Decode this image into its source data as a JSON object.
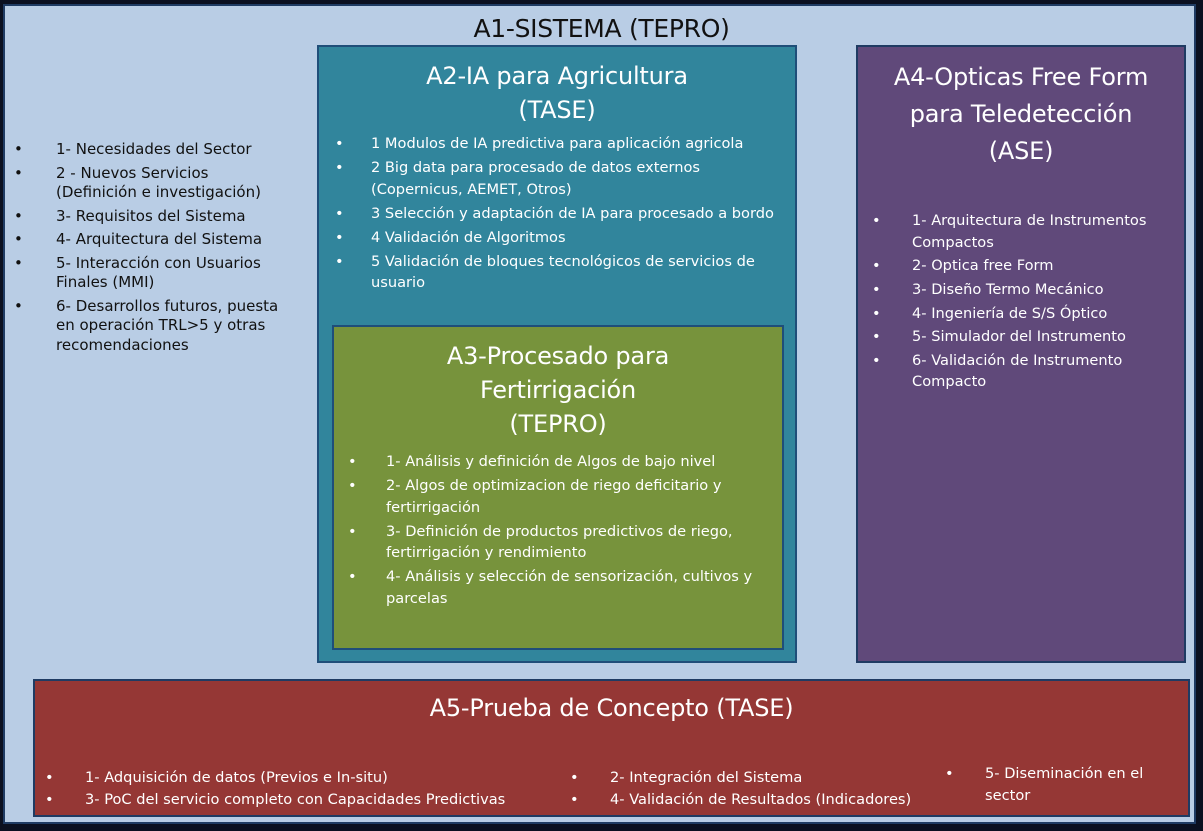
{
  "a1": {
    "title": "A1-SISTEMA (TEPRO)",
    "items": [
      "1- Necesidades del Sector",
      "2 - Nuevos Servicios (Definición e investigación)",
      "3- Requisitos del Sistema",
      "4- Arquitectura del Sistema",
      "5- Interacción con Usuarios Finales (MMI)",
      "6- Desarrollos futuros, puesta en operación TRL>5 y otras recomendaciones"
    ]
  },
  "a2": {
    "title_line1": "A2-IA para Agricultura",
    "title_line2": "(TASE)",
    "items": [
      "1 Modulos de IA predictiva para aplicación agricola",
      "2 Big data para procesado de datos externos (Copernicus, AEMET, Otros)",
      "3 Selección y adaptación de IA para  procesado a bordo",
      "4 Validación de Algoritmos",
      "5 Validación de bloques  tecnológicos de servicios de usuario"
    ]
  },
  "a3": {
    "title_line1": "A3-Procesado para",
    "title_line2": "Fertirrigación",
    "title_line3": "(TEPRO)",
    "items": [
      "1- Análisis y definición de Algos de bajo nivel",
      "2- Algos de optimizacion de riego deficitario y fertirrigación",
      "3- Definición de productos predictivos de riego, fertirrigación y rendimiento",
      "4- Análisis y selección de sensorización, cultivos y parcelas"
    ]
  },
  "a4": {
    "title_line1": "A4-Opticas Free Form",
    "title_line2": "para Teledetección",
    "title_line3": "(ASE)",
    "items": [
      "1- Arquitectura de Instrumentos Compactos",
      "2- Optica free Form",
      "3- Diseño Termo Mecánico",
      "4- Ingeniería de S/S Óptico",
      "5- Simulador del Instrumento",
      "6- Validación de Instrumento Compacto"
    ]
  },
  "a5": {
    "title": "A5-Prueba de Concepto (TASE)",
    "col1": [
      "1- Adquisición de datos (Previos e In-situ)",
      "3- PoC del servicio completo con  Capacidades Predictivas"
    ],
    "col2": [
      "2- Integración del Sistema",
      "4- Validación de Resultados (Indicadores)"
    ],
    "col3": [
      "5- Diseminación en el sector"
    ]
  },
  "colors": {
    "a1_background": "#b9cde5",
    "a2_background": "#31859c",
    "a3_background": "#77933c",
    "a4_background": "#60497a",
    "a5_background": "#953735"
  }
}
